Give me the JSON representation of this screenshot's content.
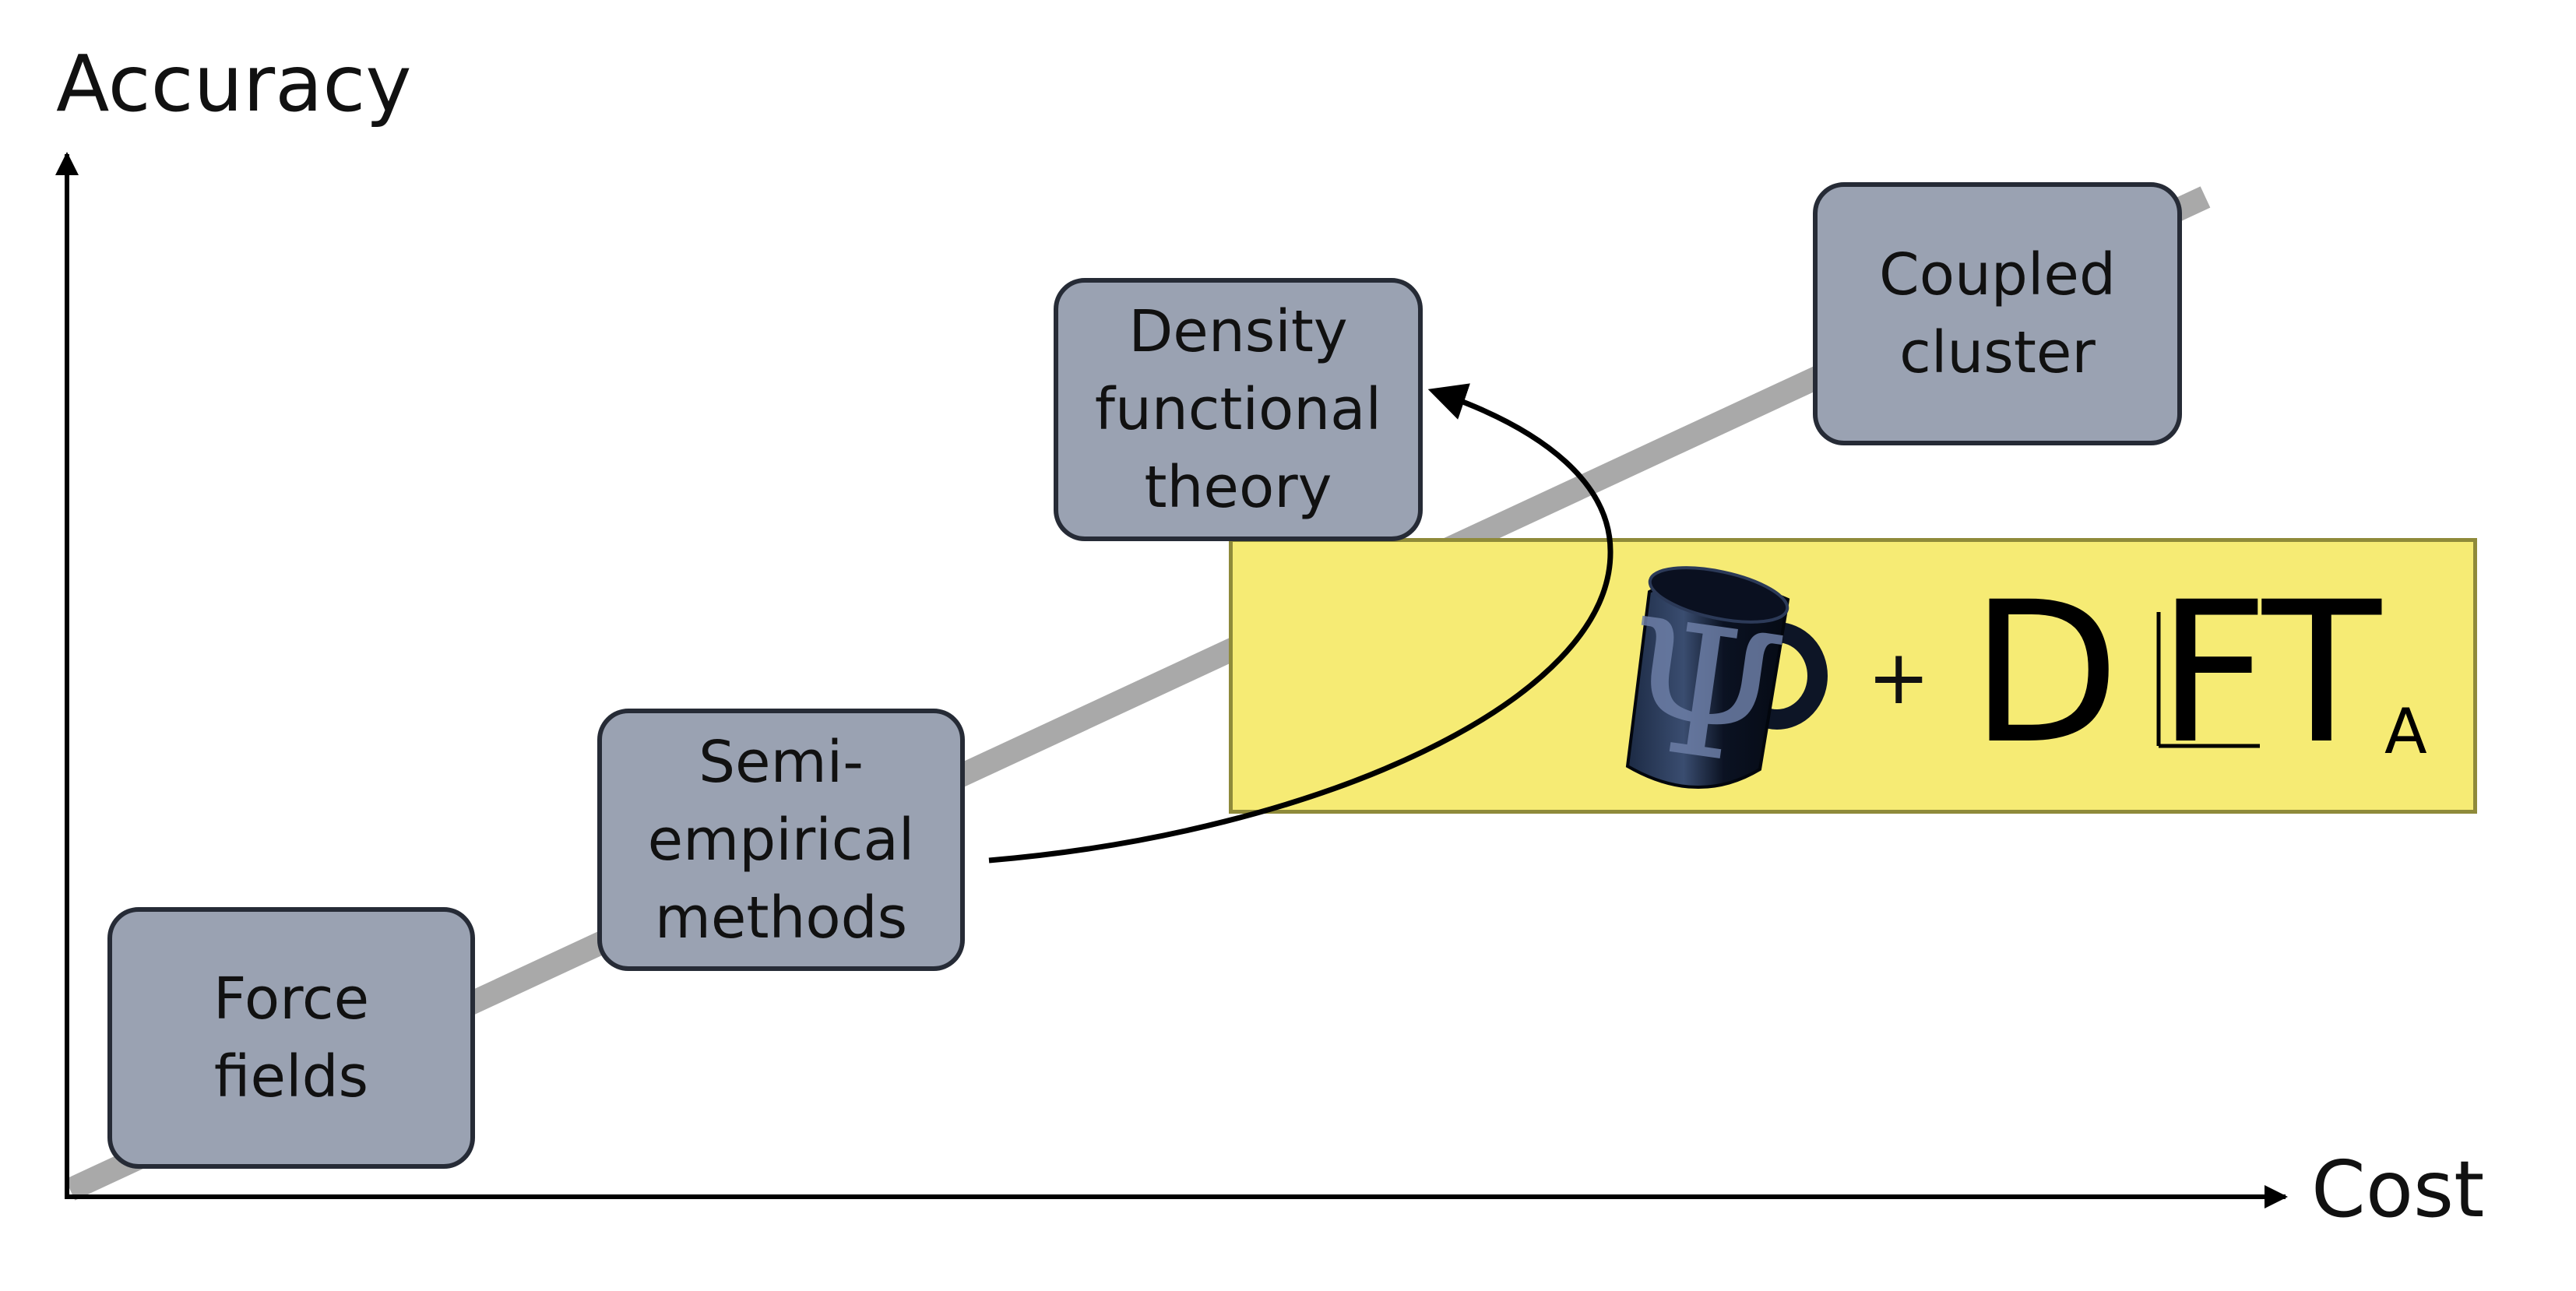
{
  "axes": {
    "y_label": "Accuracy",
    "x_label": "Cost"
  },
  "methods": [
    {
      "id": "force-fields",
      "label": "Force\nfields"
    },
    {
      "id": "semi-empirical",
      "label": "Semi-\nempirical\nmethods"
    },
    {
      "id": "dft",
      "label": "Density\nfunctional\ntheory"
    },
    {
      "id": "coupled-cluster",
      "label": "Coupled\ncluster"
    }
  ],
  "banner": {
    "plus": "+",
    "dft_letters": [
      "D",
      "F",
      "T"
    ],
    "dft_subscript": "A",
    "mug_symbol": "Ψ"
  },
  "colors": {
    "box_fill": "#9aa2b2",
    "box_border": "#262b36",
    "trend_line": "#a9a9a9",
    "banner_fill": "#f6eb74",
    "banner_border": "#8f8a3a",
    "mug": "#0d1526"
  }
}
